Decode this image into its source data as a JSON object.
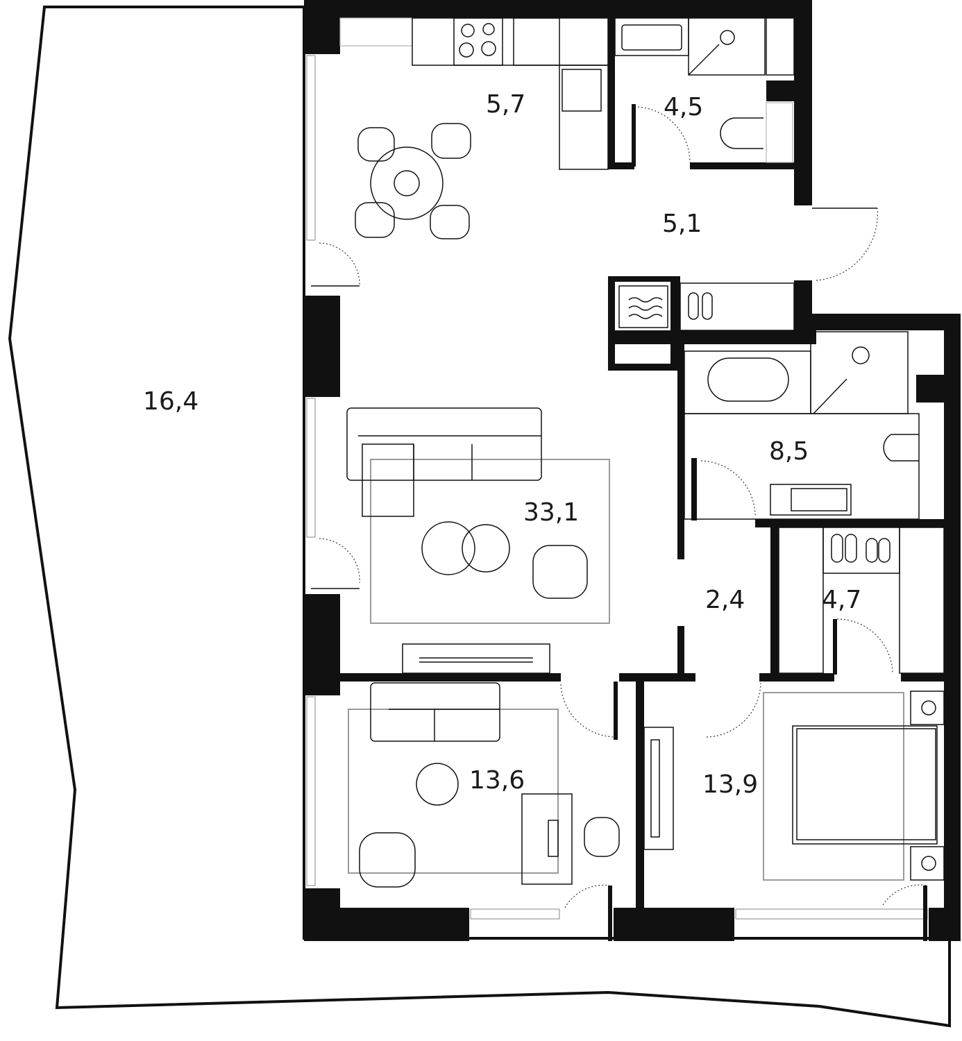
{
  "rooms": [
    {
      "id": "terrace",
      "area": "16,4"
    },
    {
      "id": "kitchen",
      "area": "5,7"
    },
    {
      "id": "bathroom-1",
      "area": "4,5"
    },
    {
      "id": "hall",
      "area": "5,1"
    },
    {
      "id": "living-room",
      "area": "33,1"
    },
    {
      "id": "bathroom-2",
      "area": "8,5"
    },
    {
      "id": "corridor",
      "area": "2,4"
    },
    {
      "id": "wardrobe",
      "area": "4,7"
    },
    {
      "id": "bedroom-1",
      "area": "13,6"
    },
    {
      "id": "bedroom-2",
      "area": "13,9"
    }
  ]
}
